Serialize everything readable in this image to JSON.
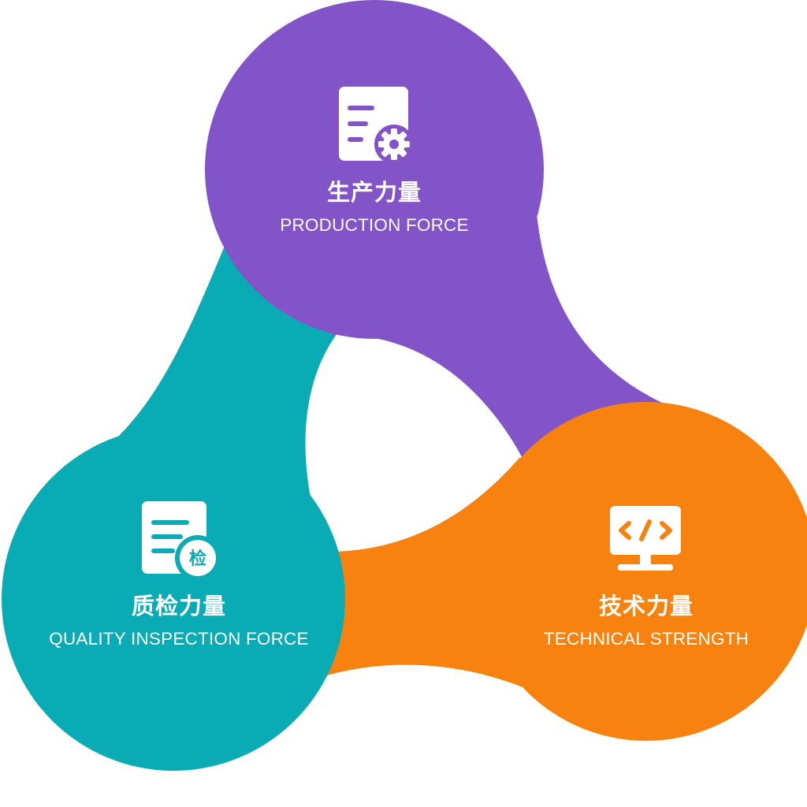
{
  "colors": {
    "production": "#8354C8",
    "quality": "#09ABB5",
    "technical": "#F7820F",
    "text": "#FFFFFF"
  },
  "nodes": {
    "production": {
      "title_cn": "生产力量",
      "title_en": "PRODUCTION FORCE",
      "icon": "document-gear-icon"
    },
    "quality": {
      "title_cn": "质检力量",
      "title_en": "QUALITY INSPECTION FORCE",
      "icon": "document-inspection-icon",
      "badge_text": "检"
    },
    "technical": {
      "title_cn": "技术力量",
      "title_en": "TECHNICAL STRENGTH",
      "icon": "code-monitor-icon"
    }
  }
}
